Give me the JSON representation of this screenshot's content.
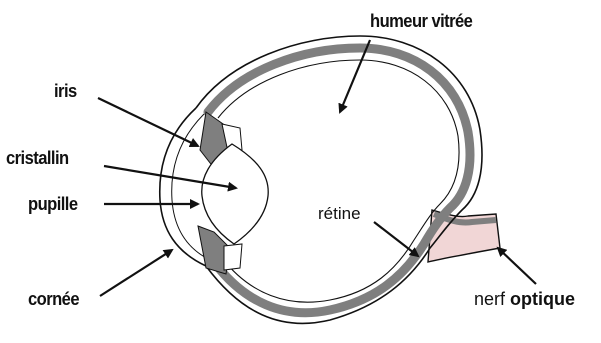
{
  "labels": {
    "humeur_vitree": "humeur vitrée",
    "iris": "iris",
    "cristallin": "cristallin",
    "pupille": "pupille",
    "retine": "rétine",
    "cornee": "cornée",
    "nerf_optique_part1": "nerf ",
    "nerf_optique_part2": "optique"
  },
  "colors": {
    "outline": "#111111",
    "choroid": "#7f7f7f",
    "optic_nerve_fill": "#f1d6d6",
    "background": "#ffffff"
  }
}
